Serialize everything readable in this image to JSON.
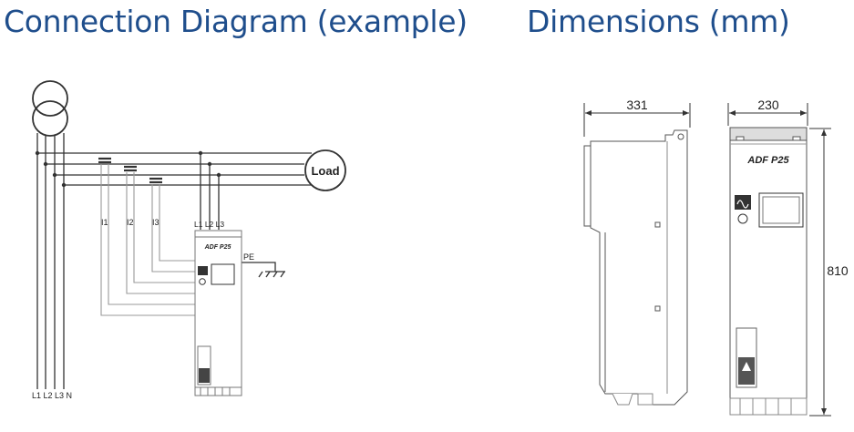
{
  "headings": {
    "connection": "Connection Diagram (example)",
    "dimensions": "Dimensions (mm)"
  },
  "connection": {
    "load": "Load",
    "current_sensors": [
      "I1",
      "I2",
      "I3"
    ],
    "device_terminals": "L1 L2 L3",
    "pe": "PE",
    "device_label": "ADF P25",
    "grid_lines": "L1 L2 L3 N"
  },
  "dimensions": {
    "depth": "331",
    "width": "230",
    "height": "810",
    "device_label": "ADF P25"
  }
}
